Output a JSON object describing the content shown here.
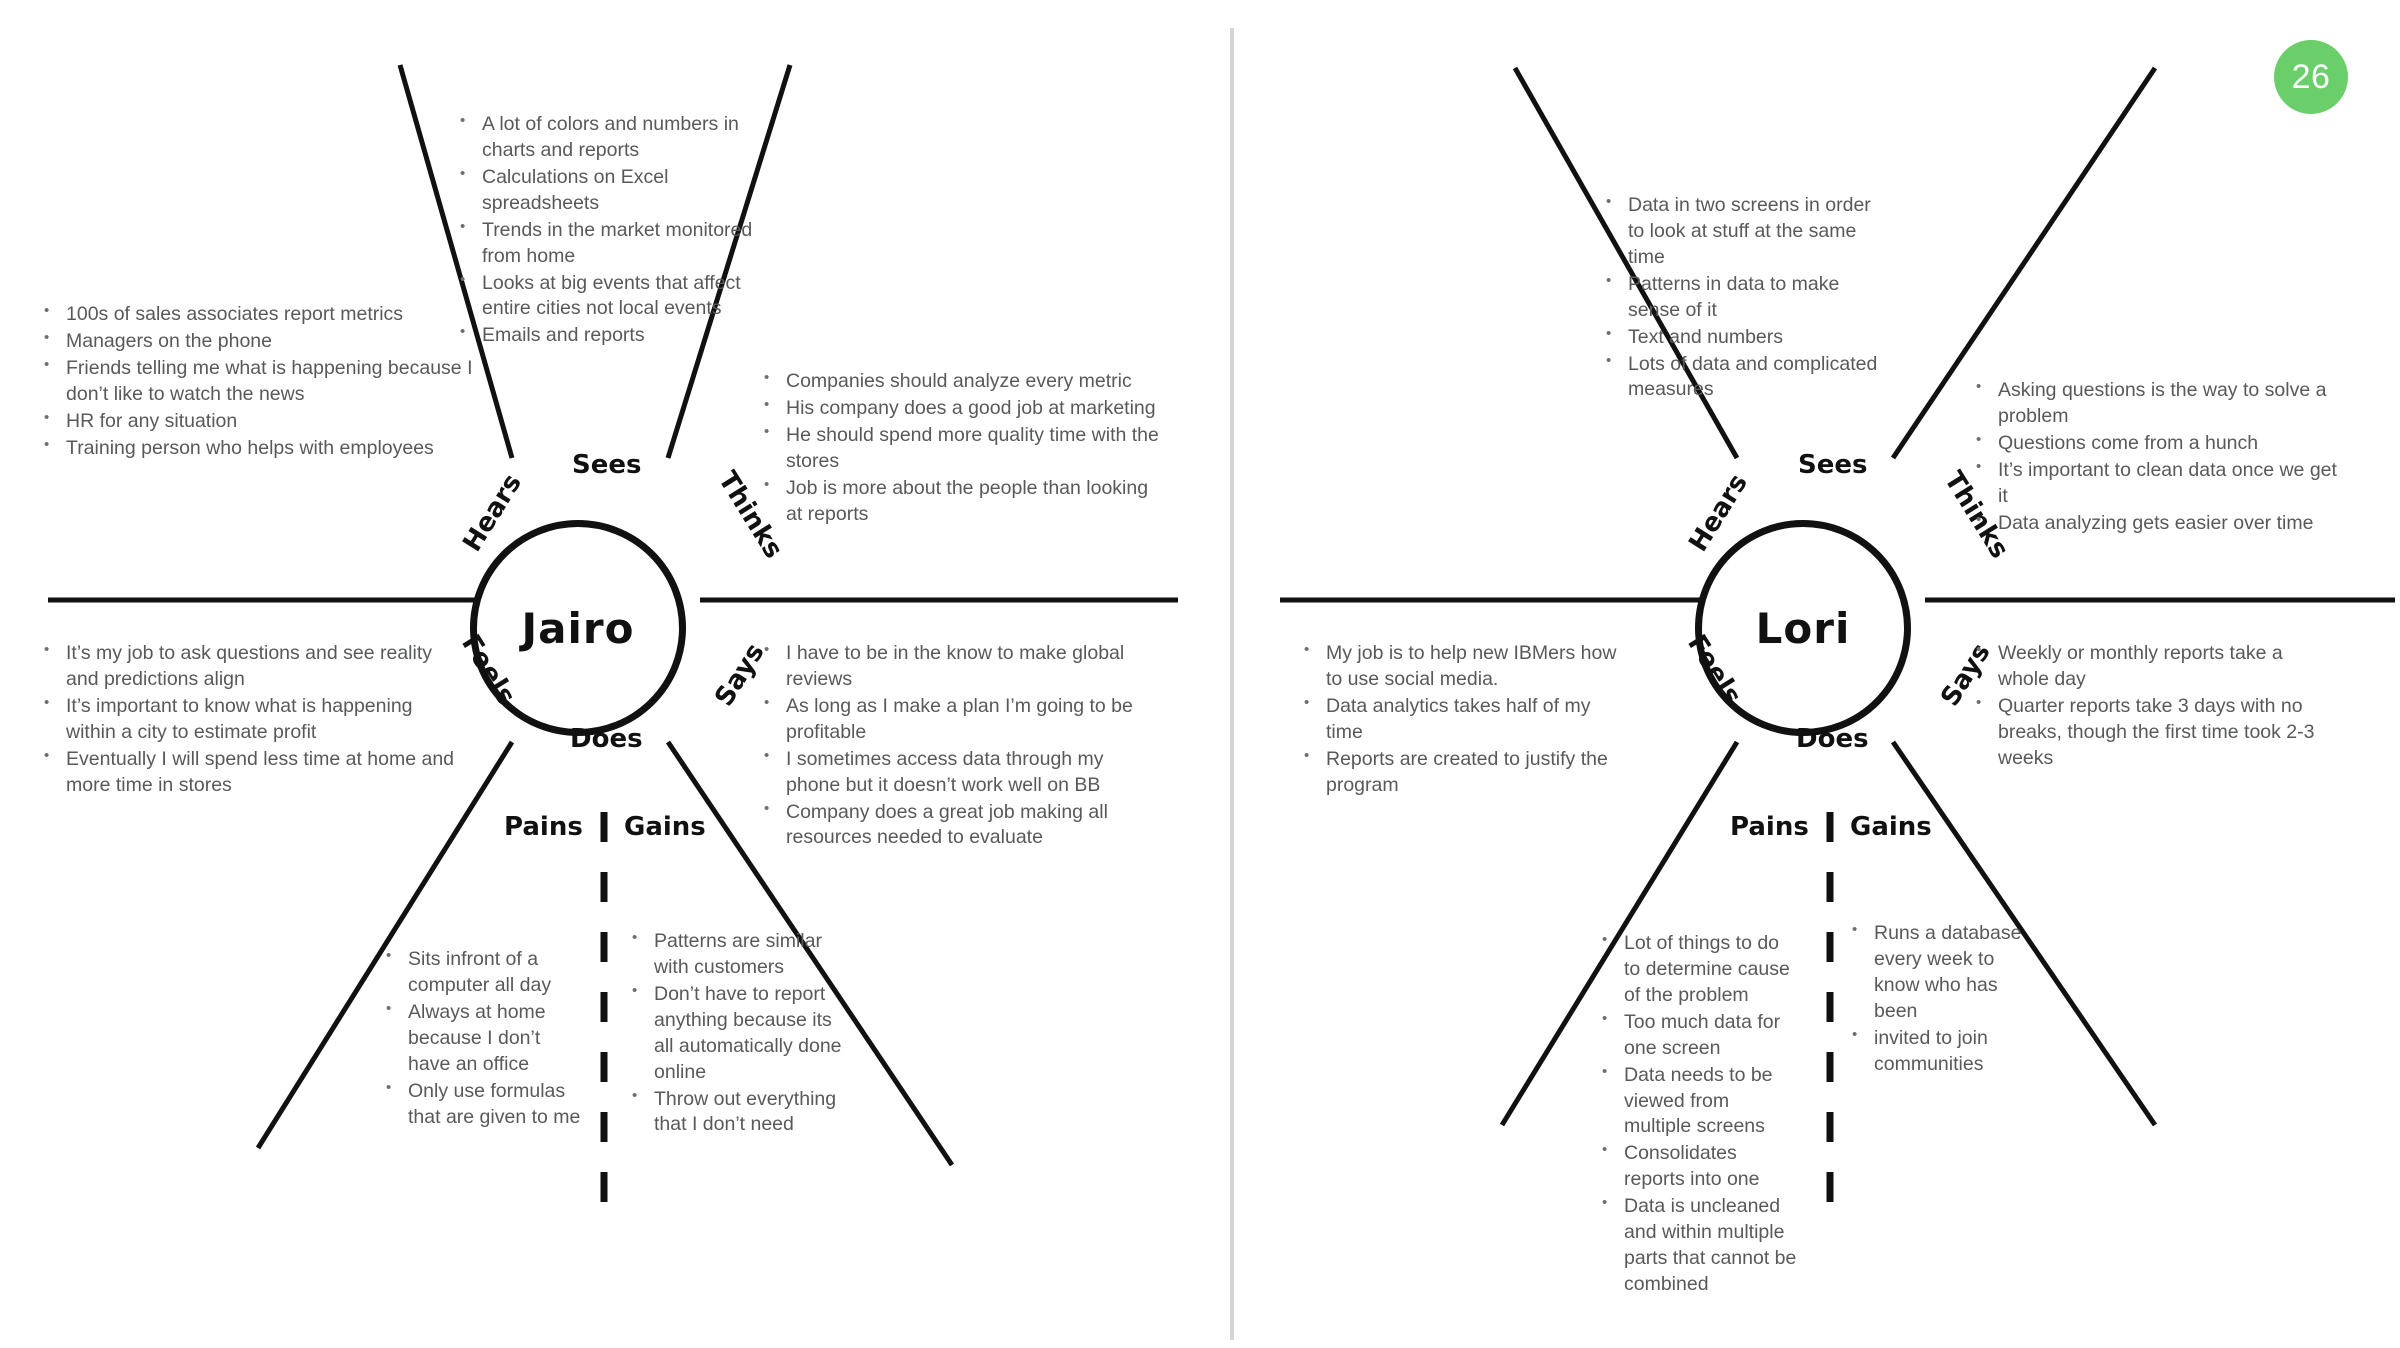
{
  "page": {
    "slide_number": "26",
    "badge_color": "#6ace6a",
    "ink_color": "#111111",
    "text_color": "#58595b"
  },
  "maps": [
    {
      "id": "jairo",
      "persona_name": "Jairo",
      "captions": {
        "sees": "Sees",
        "thinks": "Thinks",
        "says": "Says",
        "does": "Does",
        "feels": "Feels",
        "hears": "Hears",
        "pains": "Pains",
        "gains": "Gains"
      },
      "sectors": {
        "hears": [
          "100s of sales associates report metrics",
          "Managers on the phone",
          "Friends telling me what is happening because I don’t like to watch the news",
          "HR for any situation",
          "Training person who helps with employees"
        ],
        "sees": [
          "A lot of colors and numbers in charts and reports",
          "Calculations on Excel spreadsheets",
          "Trends in the market monitored from home",
          "Looks at big events that affect entire cities not local events",
          "Emails and reports"
        ],
        "thinks": [
          "Companies should analyze every metric",
          "His company does a good job at marketing",
          "He should spend more quality time with the stores",
          "Job is more about the people than looking at reports"
        ],
        "feels": [
          "It’s my job to ask questions and see reality and predictions align",
          "It’s important to know what is happening within a city to estimate profit",
          "Eventually I will spend less time at home and more time in stores"
        ],
        "says": [
          "I have to be in the know to make global reviews",
          "As long as I make a plan I’m going to be profitable",
          "I sometimes access data through my phone but it doesn’t work well on BB",
          "Company does a great job making all resources needed to evaluate"
        ],
        "pains": [
          "Sits infront of a computer all day",
          "Always at home because I don’t have an office",
          "Only use formulas that are given to me"
        ],
        "gains": [
          "Patterns are similar with customers",
          "Don’t have to report anything because its all automatically done online",
          "Throw out everything that I don’t need"
        ]
      }
    },
    {
      "id": "lori",
      "persona_name": "Lori",
      "captions": {
        "sees": "Sees",
        "thinks": "Thinks",
        "says": "Says",
        "does": "Does",
        "feels": "Feels",
        "hears": "Hears",
        "pains": "Pains",
        "gains": "Gains"
      },
      "sectors": {
        "hears": [],
        "sees": [
          "Data in two screens in order to look at stuff at the same time",
          "Patterns in data to make sense of it",
          "Text and numbers",
          "Lots of data and complicated measures"
        ],
        "thinks": [
          "Asking questions is the way to solve a problem",
          "Questions come from a hunch",
          "It’s important to clean data once we get it",
          "Data analyzing gets easier over time"
        ],
        "feels": [
          "My job is to help new IBMers how to use social media.",
          "Data analytics takes half of my time",
          "Reports are created to justify the program"
        ],
        "says": [
          "Weekly or monthly reports take a whole day",
          "Quarter reports take 3 days with no breaks, though the first time took 2-3 weeks"
        ],
        "pains": [
          "Lot of things to do to determine cause of the problem",
          "Too much data for one screen",
          "Data needs to be viewed from multiple screens",
          "Consolidates reports into one",
          "Data is uncleaned and within multiple parts that cannot be combined"
        ],
        "gains": [
          "Runs a database every week to know who has been",
          "invited to join communities"
        ]
      }
    }
  ]
}
